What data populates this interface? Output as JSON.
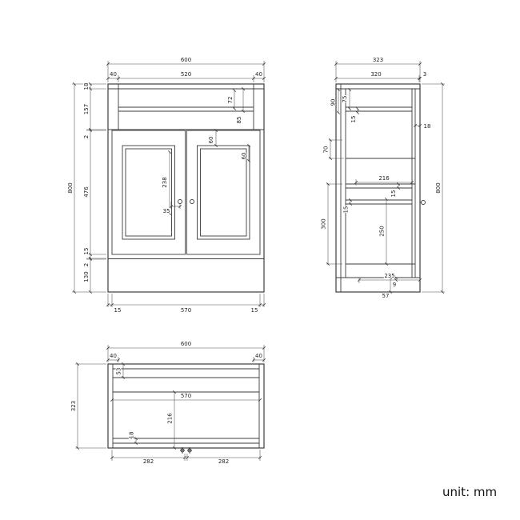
{
  "unit_label": "unit: mm",
  "front": {
    "overall_width": "600",
    "top_left_inset": "40",
    "top_center_width": "520",
    "top_right_inset": "40",
    "frame_top": "18",
    "apron_height": "157",
    "gap_top": "2",
    "door_height": "476",
    "bottom_rail": "15",
    "gap_bottom": "2",
    "plinth_height": "130",
    "overall_height": "800",
    "basin_depth": "72",
    "basin_total_depth": "85",
    "door_top_inset": "60",
    "panel_side_inset": "60",
    "panel_height": "238",
    "knob_offset": "35",
    "bottom_left_inset": "15",
    "bottom_span": "570",
    "bottom_right_inset": "15"
  },
  "side": {
    "overall_depth": "323",
    "body_depth": "320",
    "front_lip": "3",
    "overall_height": "800",
    "panel_thickness": "18",
    "top_recess": "75",
    "basin_drop": "90",
    "top_lip": "15",
    "shelf_gap": "70",
    "shelf_depth": "216",
    "shelf_lip": "15",
    "mid_gap": "15",
    "lower_height": "300",
    "door_inner_height": "250",
    "base_depth": "235",
    "base_lip": "9",
    "plinth_height": "57"
  },
  "plan": {
    "overall_width": "600",
    "left_inset": "40",
    "right_inset": "40",
    "overall_depth": "323",
    "back_gap": "53",
    "inner_width": "570",
    "inner_depth": "216",
    "front_rail": "18",
    "tap_left_span": "282",
    "tap_right_span": "282"
  }
}
